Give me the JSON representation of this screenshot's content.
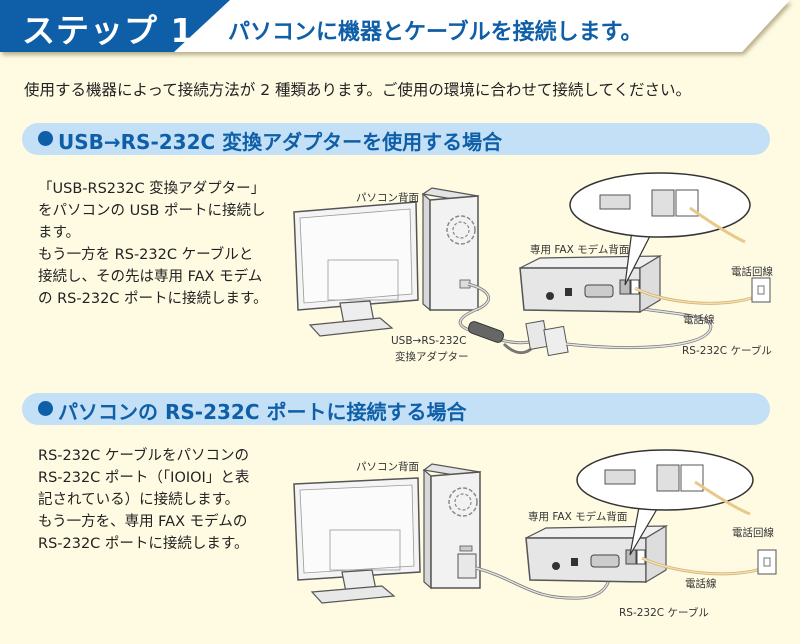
{
  "header": {
    "step_label": "ステップ 1",
    "title": "パソコンに機器とケーブルを接続します。",
    "colors": {
      "step_bg": "#0f5fa8",
      "title_text": "#0f5fa8",
      "page_bg": "#fffbe3",
      "section_bg": "#c3e0f6"
    }
  },
  "intro": "使用する機器によって接続方法が 2 種類あります。ご使用の環境に合わせて接続してください。",
  "sections": [
    {
      "heading": "USB→RS-232C 変換アダプターを使用する場合",
      "description": [
        "「USB-RS232C 変換アダプター」",
        "をパソコンの USB ポートに接続し",
        "ます。",
        "もう一方を RS-232C ケーブルと",
        "接続し、その先は専用 FAX モデム",
        "の RS-232C ポートに接続します。"
      ],
      "captions": {
        "pc_back": "パソコン背面",
        "adapter_line1": "USB→RS-232C",
        "adapter_line2": "変換アダプター",
        "modem_back": "専用 FAX モデム背面",
        "phone_line": "電話回線",
        "phone_cable": "電話線",
        "rs232c_cable": "RS-232C ケーブル"
      }
    },
    {
      "heading": "パソコンの RS-232C ポートに接続する場合",
      "description": [
        "RS-232C ケーブルをパソコンの",
        "RS-232C ポート（「IOIOI」と表",
        "記されている）に接続します。",
        "もう一方を、専用 FAX モデムの",
        "RS-232C ポートに接続します。"
      ],
      "captions": {
        "pc_back": "パソコン背面",
        "modem_back": "専用 FAX モデム背面",
        "phone_line": "電話回線",
        "phone_cable": "電話線",
        "rs232c_cable": "RS-232C ケーブル"
      }
    }
  ]
}
